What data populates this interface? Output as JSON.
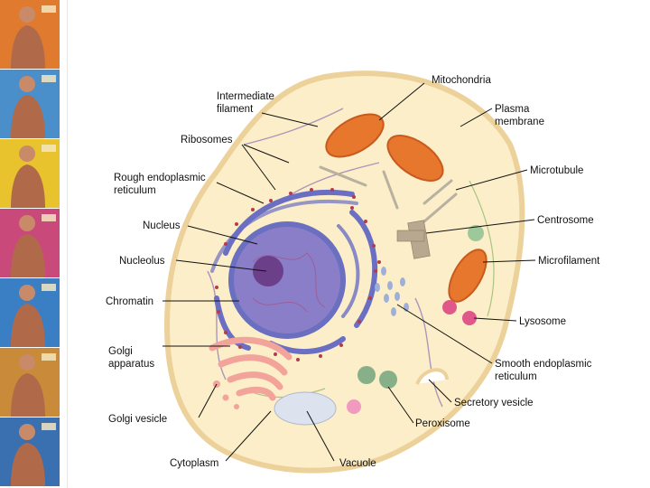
{
  "labels": {
    "intermediate_filament": [
      "Intermediate",
      "filament"
    ],
    "ribosomes": "Ribosomes",
    "rough_er": [
      "Rough endoplasmic",
      "reticulum"
    ],
    "nucleus": "Nucleus",
    "nucleolus": "Nucleolus",
    "chromatin": "Chromatin",
    "golgi_apparatus": [
      "Golgi",
      "apparatus"
    ],
    "golgi_vesicle": "Golgi vesicle",
    "cytoplasm": "Cytoplasm",
    "vacuole": "Vacuole",
    "mitochondria": "Mitochondria",
    "plasma_membrane": [
      "Plasma",
      "membrane"
    ],
    "microtubule": "Microtubule",
    "centrosome": "Centrosome",
    "microfilament": "Microfilament",
    "lysosome": "Lysosome",
    "smooth_er": [
      "Smooth endoplasmic",
      "reticulum"
    ],
    "secretory_vesicle": "Secretory vesicle",
    "peroxisome": "Peroxisome"
  },
  "side_panels": [
    {
      "icon": "digestive-system-poster",
      "bg": "#e07a2e"
    },
    {
      "icon": "respiratory-system-poster",
      "bg": "#4a8fc9"
    },
    {
      "icon": "circulatory-system-poster",
      "bg": "#e8c32e"
    },
    {
      "icon": "skeletal-system-poster",
      "bg": "#c94a7a"
    },
    {
      "icon": "muscular-system-poster",
      "bg": "#3a7ec4"
    },
    {
      "icon": "nervous-system-poster",
      "bg": "#c98a3a"
    },
    {
      "icon": "endocrine-system-poster",
      "bg": "#3a6fb0"
    }
  ],
  "colors": {
    "cytoplasm": "#fbeec8",
    "membrane": "#ecd29a",
    "nucleus": "#8b7ec8",
    "nucleus_outer": "#6a6fc0",
    "nucleolus": "#6b3f8a",
    "rough_er": "#6b6fc4",
    "ribosome": "#b83a4a",
    "mitochondria": "#e8772e",
    "golgi": "#f2a39a",
    "lysosome": "#e0588a",
    "peroxisome": "#88b088",
    "vacuole": "#dde2ef"
  }
}
